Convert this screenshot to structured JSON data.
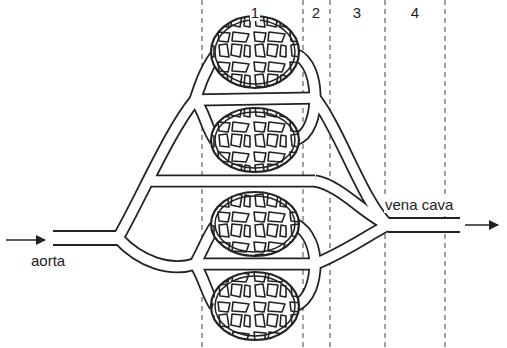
{
  "diagram": {
    "labels": [
      "1",
      "2",
      "3",
      "4",
      "aorta",
      "vena cava"
    ]
  }
}
